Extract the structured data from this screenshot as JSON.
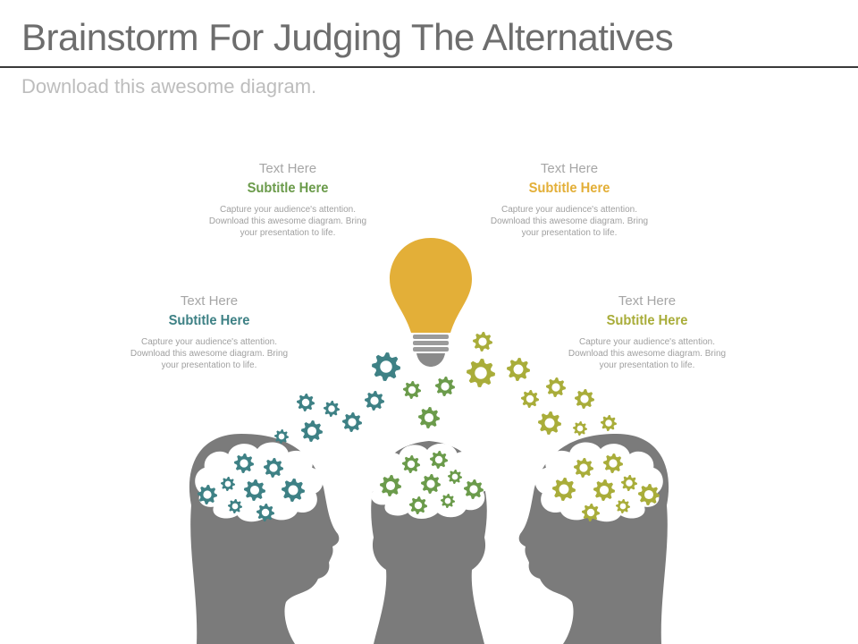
{
  "header": {
    "title": "Brainstorm For Judging The Alternatives",
    "subtitle": "Download this awesome diagram."
  },
  "colors": {
    "teal": "#3e8185",
    "green": "#6b9b4b",
    "olive": "#a9ad3a",
    "gold": "#e3af38",
    "head": "#7b7b7b"
  },
  "blocks": [
    {
      "heading": "Text Here",
      "subtitle": "Subtitle Here",
      "lines": [
        "Capture your audience's attention.",
        "Download this  awesome diagram. Bring",
        "your presentation to life."
      ]
    },
    {
      "heading": "Text Here",
      "subtitle": "Subtitle Here",
      "lines": [
        "Capture your audience's attention.",
        "Download this  awesome diagram. Bring",
        "your presentation to life."
      ]
    },
    {
      "heading": "Text Here",
      "subtitle": "Subtitle Here",
      "lines": [
        "Capture your audience's attention.",
        "Download this  awesome diagram. Bring",
        "your presentation to life."
      ]
    },
    {
      "heading": "Text Here",
      "subtitle": "Subtitle Here",
      "lines": [
        "Capture your audience's attention.",
        "Download this  awesome diagram. Bring",
        "your presentation to life."
      ]
    }
  ],
  "icons": {
    "bulb": "lightbulb-icon",
    "head": "head-silhouette-icon",
    "gear": "gear-icon"
  }
}
